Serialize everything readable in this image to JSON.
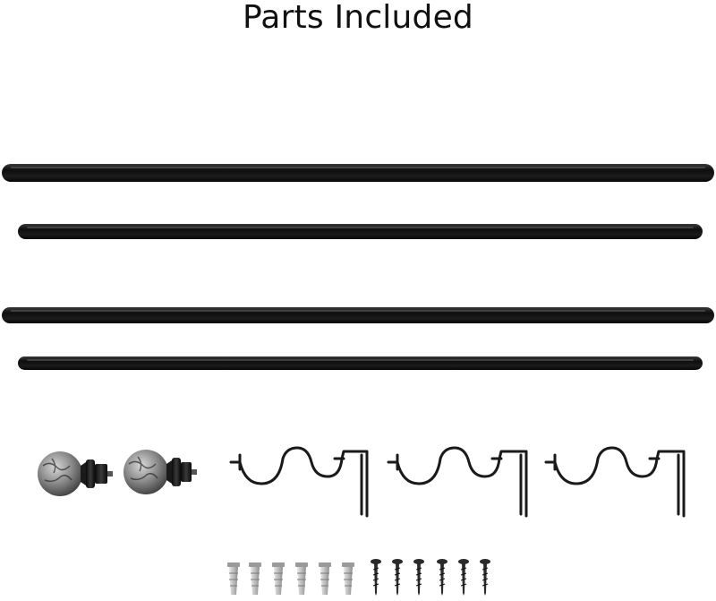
{
  "header": {
    "title": "Parts Included"
  },
  "colors": {
    "rod": "#151515",
    "bracket": "#1a1a1a",
    "finial_dark": "#1b1b1b",
    "finial_marble": "#8a8a8a",
    "anchor": "#c9c9c9",
    "screw": "#2b2b2b"
  },
  "parts": {
    "rods": 4,
    "finials": 2,
    "brackets": 3,
    "wall_anchors": 6,
    "screws": 6
  }
}
